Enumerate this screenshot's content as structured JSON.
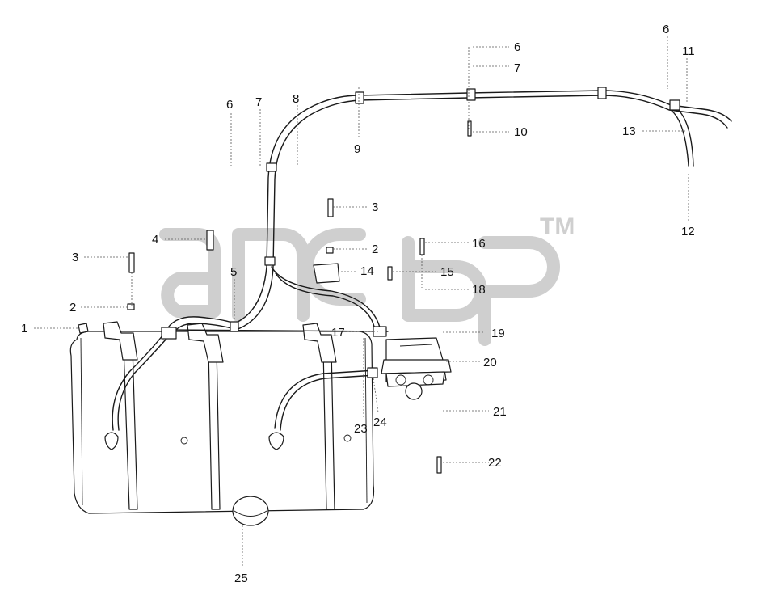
{
  "watermark": {
    "trademark": "TM"
  },
  "callouts": [
    "1",
    "2",
    "2",
    "3",
    "3",
    "4",
    "5",
    "6",
    "6",
    "6",
    "7",
    "7",
    "8",
    "9",
    "10",
    "11",
    "12",
    "13",
    "14",
    "15",
    "16",
    "17",
    "18",
    "19",
    "20",
    "21",
    "22",
    "23",
    "24",
    "25"
  ]
}
